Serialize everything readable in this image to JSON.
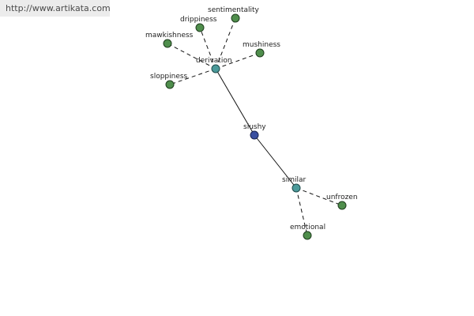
{
  "watermark": {
    "text": "http://www.artikata.com"
  },
  "graph": {
    "center": {
      "label": "slushy"
    },
    "relations": {
      "derivation": {
        "label": "derivation"
      },
      "similar": {
        "label": "similar"
      }
    },
    "words": {
      "sentimentality": {
        "label": "sentimentality"
      },
      "drippiness": {
        "label": "drippiness"
      },
      "mawkishness": {
        "label": "mawkishness"
      },
      "mushiness": {
        "label": "mushiness"
      },
      "sloppiness": {
        "label": "sloppiness"
      },
      "unfrozen": {
        "label": "unfrozen"
      },
      "emotional": {
        "label": "emotional"
      }
    },
    "colors": {
      "word_node": "#4f8e4c",
      "relation_node": "#4b9a9a",
      "center_node": "#3a4fa0"
    }
  }
}
